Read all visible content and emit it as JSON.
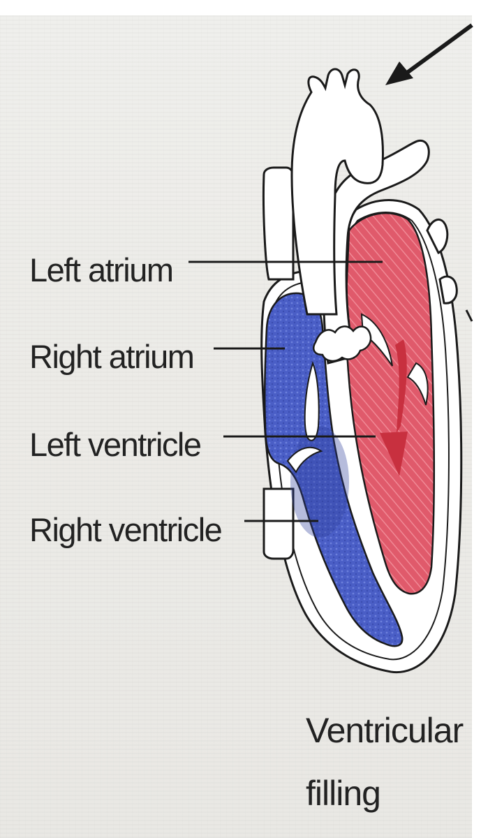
{
  "labels": {
    "left_atrium": "Left atrium",
    "right_atrium": "Right atrium",
    "left_ventricle": "Left ventricle",
    "right_ventricle": "Right ventricle"
  },
  "caption": {
    "line1": "Ventricular",
    "line2": "filling"
  },
  "colors": {
    "oxygenated_blood": "#e25a6a",
    "deoxygenated_blood": "#4a5fc4",
    "flow_arrow": "#c83040",
    "outline": "#1a1a1a"
  }
}
